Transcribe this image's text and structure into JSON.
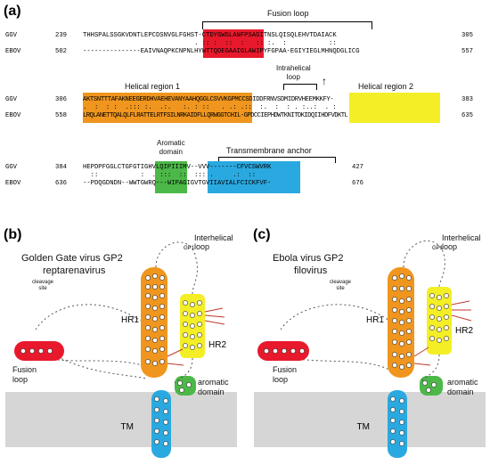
{
  "panels": {
    "a": "(a)",
    "b": "(b)",
    "c": "(c)"
  },
  "alignment": {
    "block1": {
      "row1": {
        "name": "GGV",
        "start": "239",
        "seq": "THHSPALSSGKVDNTLEPCDSNVGLFGHST-CTDYGWGLANFPSAGITNSLQISQLEHVTDAIACK",
        "end": "305"
      },
      "cons": "                             . :: :  ::  :   :: :.  :           ::",
      "row2": {
        "name": "EBOV",
        "start": "502",
        "seq": "---------------EAIVNAQPKCNPNLHYWTTQDEGAAIGLAWIPYFGPAA-EGIYIEGLMHNQDGLICG",
        "end": "557"
      }
    },
    "block2": {
      "row1": {
        "name": "GGV",
        "start": "306",
        "seq": "AKTSNTTTAFAKNEEGERDHVAEHEVANYAAHQGGLCSVVKGPMCCSDIDDFRNVSDMIDRVHEEMKKFY-",
        "end": "383"
      },
      "cons": ".  :  : :  .::: :.  .:.   :. : ::   . .: .::  :.  :  : . :..:  . :",
      "row2": {
        "name": "EBOV",
        "start": "558",
        "seq": "LRQLANETTQALQLFLRATTELRTFSILNRKAIDFLLQRWGGTCHIL-GPDCCIEPHDWTKNITDKIDQIIHDFVDKTL",
        "end": "635"
      }
    },
    "block3": {
      "row1": {
        "name": "GGV",
        "start": "384",
        "seq": "HEPDPFGGLCTGFGTIGHVLQIPIIIMV--VVV-------CFVCSWVRK",
        "end": "427"
      },
      "cons": "  ::           :  . :::  ::  ::: .     .:  ::",
      "row2": {
        "name": "EBOV",
        "start": "636",
        "seq": "--PDQGDNDN--WWTGWRQ---WIPAGIGVTGVIIAVIALFCICKFVF-",
        "end": "676"
      }
    },
    "labels": {
      "fusion_loop": "Fusion loop",
      "intrahelical_loop": "Intrahelical\nloop",
      "helical_region_1": "Helical region 1",
      "helical_region_2": "Helical region 2",
      "aromatic_domain": "Aromatic\ndomain",
      "transmembrane_anchor": "Transmembrane anchor"
    }
  },
  "panel_b": {
    "title_line1": "Golden Gate virus GP2",
    "title_line2": "reptarenavirus",
    "cleavage_site": "cleavage\nsite",
    "interhelical_loop": "Interhelical\nloop",
    "gp1": "GP1",
    "hr1": "HR1",
    "hr2": "HR2",
    "fusion_loop": "Fusion\nloop",
    "aromatic_domain": "aromatic\ndomain",
    "tm": "TM"
  },
  "panel_c": {
    "title_line1": "Ebola virus GP2",
    "title_line2": "filovirus",
    "cleavage_site": "cleavage\nsite",
    "interhelical_loop": "Interhelical\nloop",
    "gp1": "GP1",
    "hr1": "HR1",
    "hr2": "HR2",
    "fusion_loop": "Fusion\nloop",
    "aromatic_domain": "aromatic\ndomain",
    "tm": "TM"
  },
  "colors": {
    "fusion": "#e8192c",
    "helix1": "#f0961e",
    "helix2": "#f4ee27",
    "aromatic": "#4cb848",
    "tm": "#2aa9e0",
    "membrane": "#d6d6d6"
  }
}
